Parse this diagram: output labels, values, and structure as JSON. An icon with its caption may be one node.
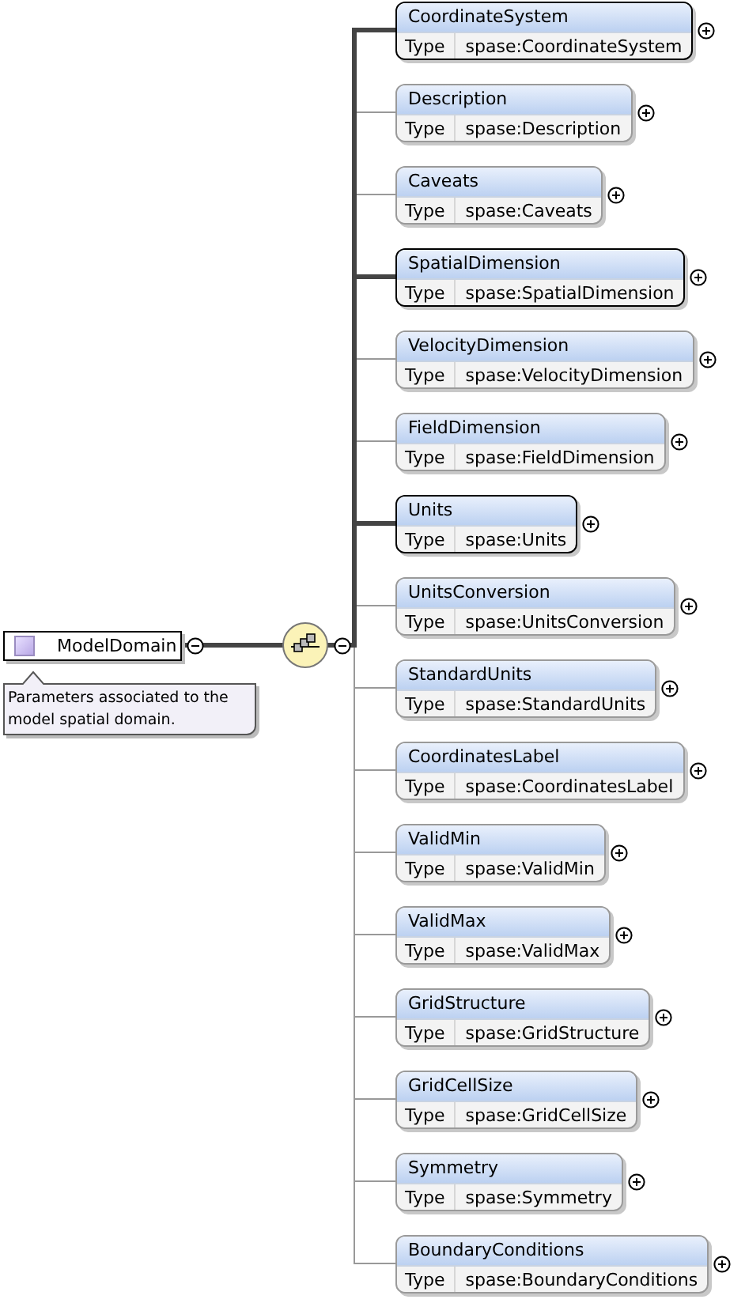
{
  "diagram": {
    "nodes": [
      {
        "text": [
          "ModelDomain"
        ],
        "beside": [
          "Parameters associated to the model spatial domain."
        ]
      },
      {
        "text": [],
        "shape": "circle"
      },
      {
        "text": [
          "CoordinateSystem",
          "Type",
          "spase:CoordinateSystem"
        ]
      },
      {
        "text": [
          "Description",
          "Type",
          "spase:Description"
        ]
      },
      {
        "text": [
          "Caveats",
          "Type",
          "spase:Caveats"
        ]
      },
      {
        "text": [
          "SpatialDimension",
          "Type",
          "spase:SpatialDimension"
        ]
      },
      {
        "text": [
          "VelocityDimension",
          "Type",
          "spase:VelocityDimension"
        ]
      },
      {
        "text": [
          "FieldDimension",
          "Type",
          "spase:FieldDimension"
        ]
      },
      {
        "text": [
          "Units",
          "Type",
          "spase:Units"
        ]
      },
      {
        "text": [
          "UnitsConversion",
          "Type",
          "spase:UnitsConversion"
        ]
      },
      {
        "text": [
          "StandardUnits",
          "Type",
          "spase:StandardUnits"
        ]
      },
      {
        "text": [
          "CoordinatesLabel",
          "Type",
          "spase:CoordinatesLabel"
        ]
      },
      {
        "text": [
          "ValidMin",
          "Type",
          "spase:ValidMin"
        ]
      },
      {
        "text": [
          "ValidMax",
          "Type",
          "spase:ValidMax"
        ]
      },
      {
        "text": [
          "GridStructure",
          "Type",
          "spase:GridStructure"
        ]
      },
      {
        "text": [
          "GridCellSize",
          "Type",
          "spase:GridCellSize"
        ]
      },
      {
        "text": [
          "Symmetry",
          "Type",
          "spase:Symmetry"
        ]
      },
      {
        "text": [
          "BoundaryConditions",
          "Type",
          "spase:BoundaryConditions"
        ]
      }
    ],
    "edges": [
      {
        "from": 0,
        "to": 1,
        "arrow": "none",
        "style": "thick"
      },
      {
        "from": 1,
        "to": 2,
        "arrow": "none",
        "style": "thick"
      },
      {
        "from": 1,
        "to": 3,
        "arrow": "none",
        "color": "#999999"
      },
      {
        "from": 1,
        "to": 4,
        "arrow": "none",
        "color": "#999999"
      },
      {
        "from": 1,
        "to": 5,
        "arrow": "none",
        "style": "thick"
      },
      {
        "from": 1,
        "to": 6,
        "arrow": "none",
        "color": "#999999"
      },
      {
        "from": 1,
        "to": 7,
        "arrow": "none",
        "color": "#999999"
      },
      {
        "from": 1,
        "to": 8,
        "arrow": "none",
        "style": "thick"
      },
      {
        "from": 1,
        "to": 9,
        "arrow": "none",
        "color": "#999999"
      },
      {
        "from": 1,
        "to": 10,
        "arrow": "none",
        "color": "#999999"
      },
      {
        "from": 1,
        "to": 11,
        "arrow": "none",
        "color": "#999999"
      },
      {
        "from": 1,
        "to": 12,
        "arrow": "none",
        "color": "#999999"
      },
      {
        "from": 1,
        "to": 13,
        "arrow": "none",
        "color": "#999999"
      },
      {
        "from": 1,
        "to": 14,
        "arrow": "none",
        "color": "#999999"
      },
      {
        "from": 1,
        "to": 15,
        "arrow": "none",
        "color": "#999999"
      },
      {
        "from": 1,
        "to": 16,
        "arrow": "none",
        "color": "#999999"
      },
      {
        "from": 1,
        "to": 17,
        "arrow": "none",
        "color": "#999999"
      }
    ]
  }
}
